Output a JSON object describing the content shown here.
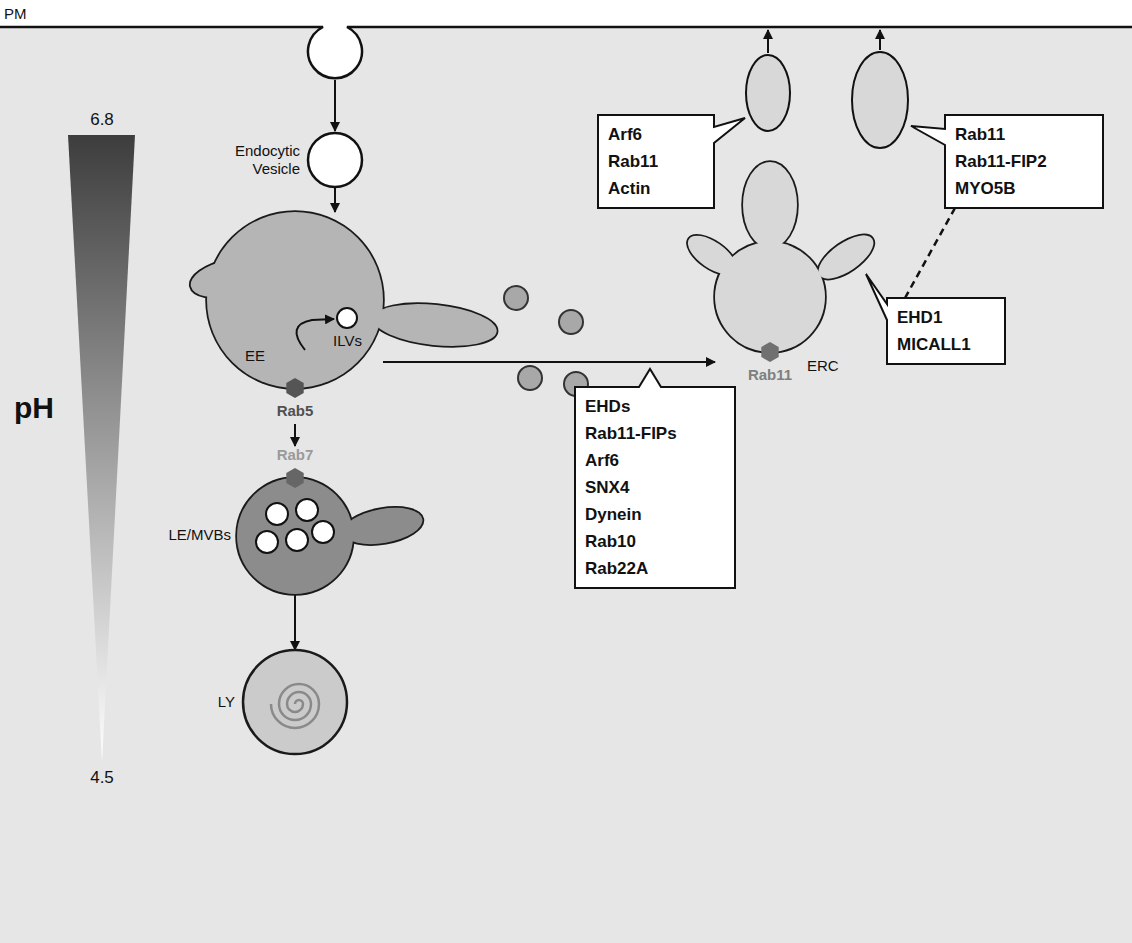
{
  "diagram": {
    "nodes": [
      {
        "text": [
          "Endocytic Vesicle"
        ]
      },
      {
        "text": [
          "EE",
          "Rab5"
        ]
      },
      {
        "text": [
          "Rab7",
          "LE/MVBs"
        ]
      },
      {
        "text": [
          "LY"
        ]
      },
      {
        "text": [
          "ERC",
          "Rab11"
        ]
      },
      {
        "text": [
          "Arf6",
          "Rab11",
          "Actin"
        ]
      },
      {
        "text": [
          "Rab11",
          "Rab11-FIP2",
          "MYO5B"
        ]
      },
      {
        "text": [
          "EHD1",
          "MICALL1"
        ]
      },
      {
        "text": [
          "EHDs",
          "Rab11-FIPs",
          "Arf6",
          "SNX4",
          "Dynein",
          "Rab10",
          "Rab22A"
        ]
      }
    ],
    "edges": [
      {
        "from": 0,
        "to": 1,
        "arrow": "to"
      },
      {
        "from": 1,
        "to": 2,
        "arrow": "to"
      },
      {
        "from": 2,
        "to": 3,
        "arrow": "to"
      },
      {
        "from": 1,
        "to": 4,
        "arrow": "to"
      },
      {
        "from": 7,
        "to": 6,
        "arrow": "none"
      }
    ],
    "labels": [
      "PM",
      "6.8",
      "ILVs",
      "pH",
      "4.5"
    ]
  }
}
